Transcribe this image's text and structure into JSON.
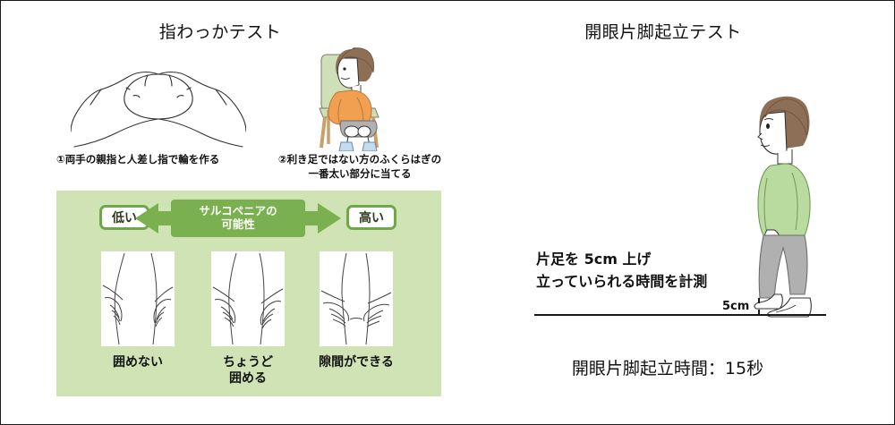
{
  "poster": {
    "background_color": "#ffffff",
    "border_color": "#1a1a1a"
  },
  "left_section": {
    "title": "指わっかテスト",
    "steps": [
      {
        "label": "①両手の親指と人差し指で輪を作る",
        "illustration": "two-hands-forming-ring-line-drawing"
      },
      {
        "line1": "②利き足ではない方のふくらはぎの",
        "line2": "一番太い部分に当てる",
        "illustration": "seated-person-measuring-calf"
      }
    ],
    "panel": {
      "background_color": "#cfe3b4",
      "badge_low": "低い",
      "badge_high": "高い",
      "arrow": {
        "line1": "サルコペニアの",
        "line2": "可能性",
        "color": "#7ab04f",
        "text_color": "#ffffff",
        "direction": "bidirectional"
      },
      "badge_border_color": "#6fa84b",
      "results": [
        {
          "caption_line1": "囲めない",
          "caption_line2": ""
        },
        {
          "caption_line1": "ちょうど",
          "caption_line2": "囲める"
        },
        {
          "caption_line1": "隙間ができる",
          "caption_line2": ""
        }
      ]
    }
  },
  "right_section": {
    "title": "開眼片脚起立テスト",
    "measure_line1": "片足を 5cm 上げ",
    "measure_line2": "立っていられる時間を計測",
    "height_label": "5cm",
    "result": "開眼片脚起立時間：15秒",
    "illustration": "standing-person-one-leg-raised"
  },
  "colors": {
    "panel_green": "#cfe3b4",
    "arrow_green": "#7ab04f",
    "badge_border_green": "#6fa84b",
    "hair_brown": "#8d6f55",
    "shirt_orange": "#f0a050",
    "shirt_green": "#b9dba0",
    "pants_gray": "#b0b0b0",
    "sock_blue": "#c2dcf0",
    "chair_green": "#cfe0b8",
    "chair_wood": "#caa06a",
    "skin": "#ffffff",
    "outline": "#222222"
  }
}
